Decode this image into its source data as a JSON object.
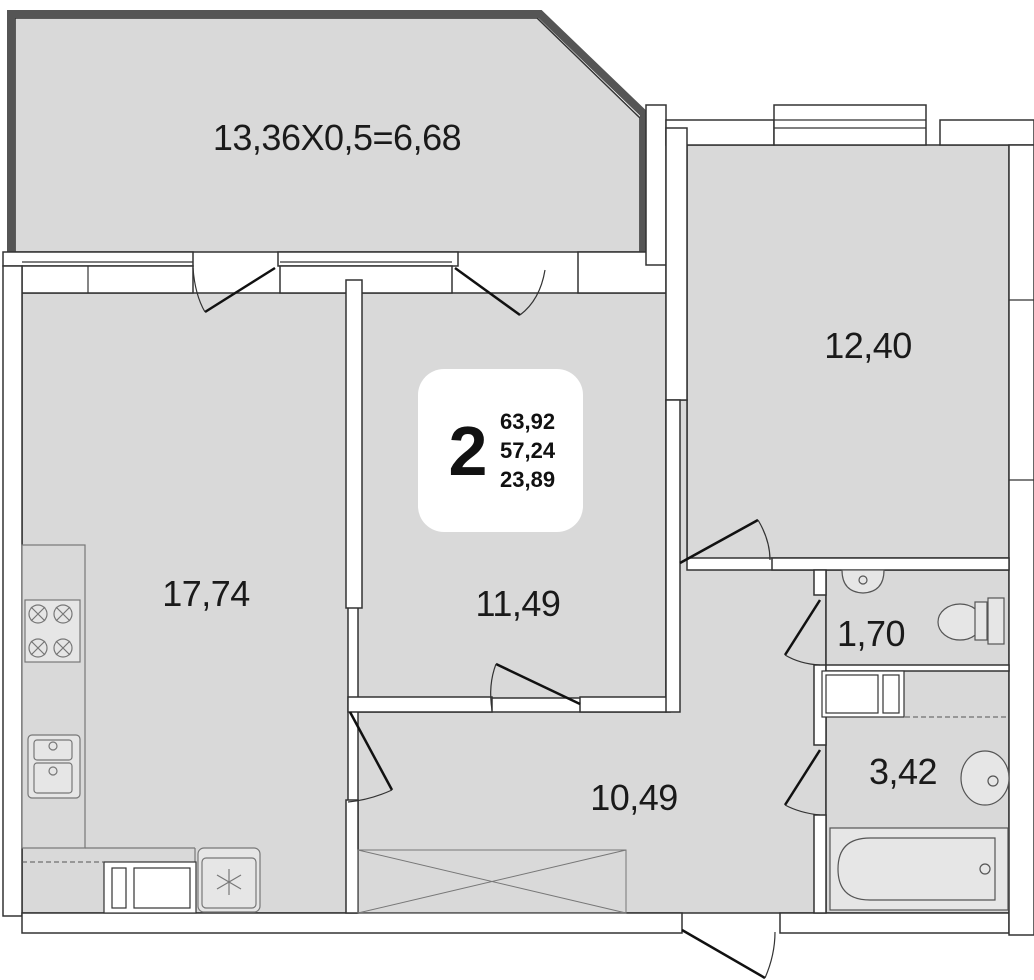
{
  "apartment": {
    "rooms_count": "2",
    "total_area": "63,92",
    "living_area_net": "57,24",
    "living_area": "23,89"
  },
  "rooms": {
    "balcony": "13,36X0,5=6,68",
    "bedroom": "12,40",
    "kitchen": "17,74",
    "living_room": "11,49",
    "toilet": "1,70",
    "hallway": "10,49",
    "bathroom": "3,42"
  },
  "colors": {
    "floor": "#d9d9d9",
    "wall": "#ffffff",
    "outline": "#333333",
    "balcony_wall": "#555555",
    "text": "#1a1a1a"
  }
}
